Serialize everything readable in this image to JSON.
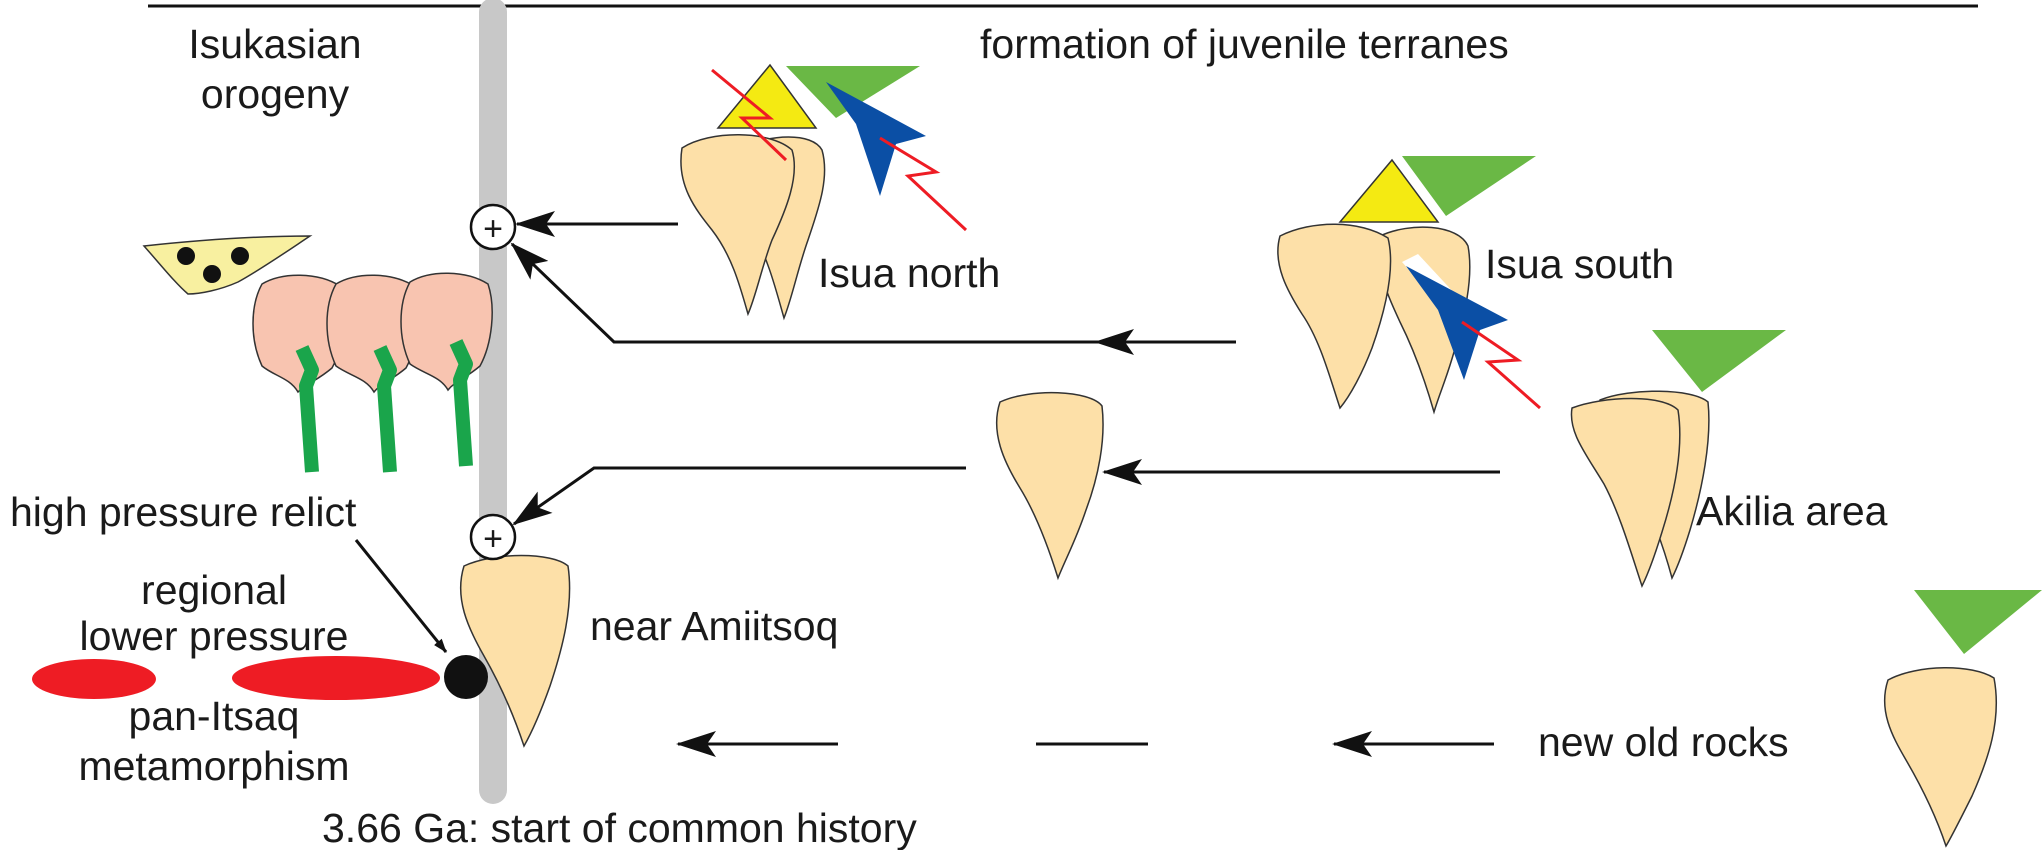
{
  "labels": {
    "isukasian_line1": "Isukasian",
    "isukasian_line2": "orogeny",
    "formation": "formation of juvenile terranes",
    "isua_north": "Isua north",
    "isua_south": "Isua south",
    "akilia": "Akilia area",
    "high_pressure": "high pressure relict",
    "regional_line1": "regional",
    "regional_line2": "lower pressure",
    "near_amiitsoq": "near Amiitsoq",
    "pan_line1": "pan-Itsaq",
    "pan_line2": "metamorphism",
    "new_old_rocks": "new old rocks",
    "start_common": "3.66 Ga: start of common history"
  },
  "symbols": {
    "join_1": "+",
    "join_2": "+"
  },
  "colors": {
    "crust": "#fde0a8",
    "pink": "#f8c4b0",
    "green_keel": "#1aa54b",
    "yellow": "#f4ea12",
    "green": "#6ab845",
    "blue": "#0b4fa5",
    "red": "#ee1c24",
    "axis": "#c8c8c8"
  }
}
